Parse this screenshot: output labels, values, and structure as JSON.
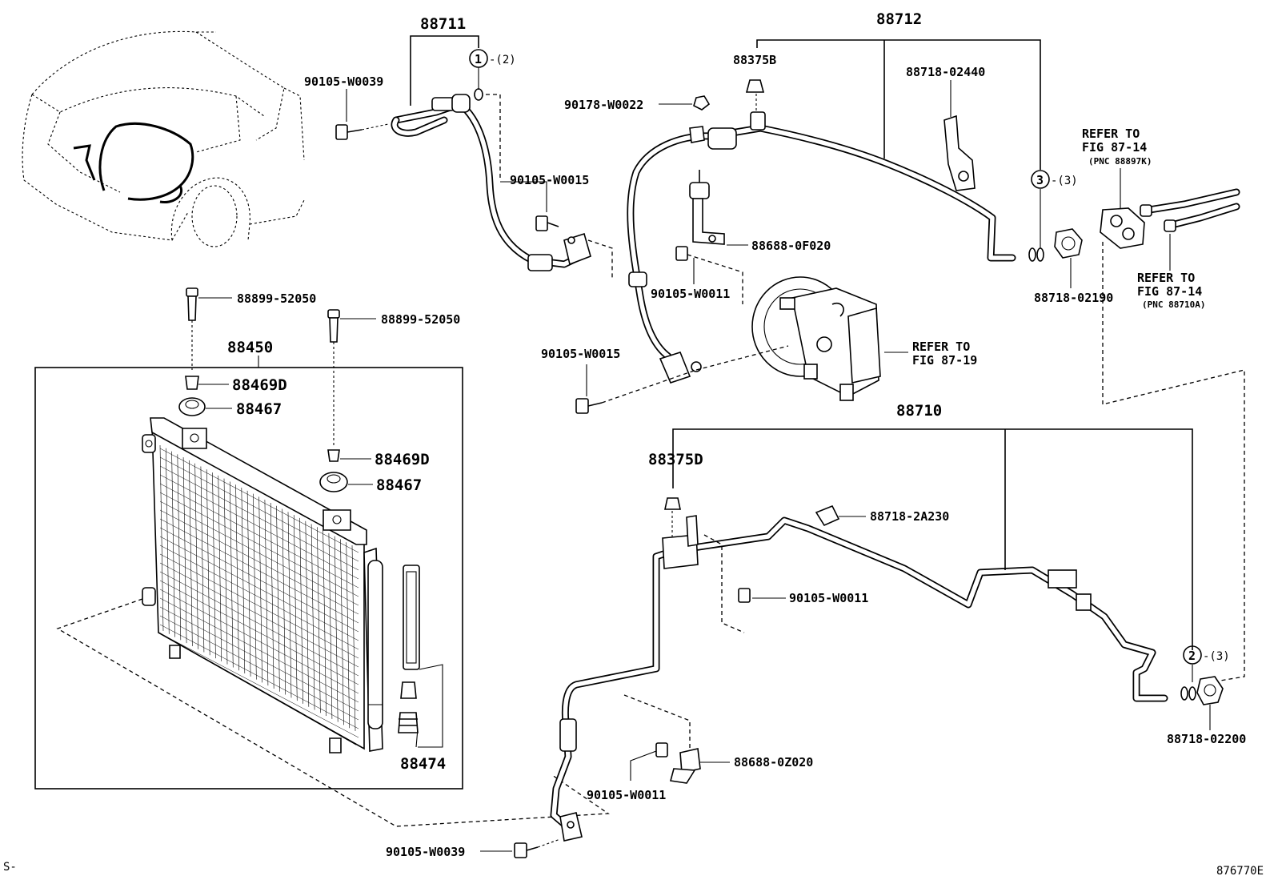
{
  "labels": {
    "p88711": "88711",
    "p88712": "88712",
    "p88710": "88710",
    "p88450": "88450",
    "p88375B": "88375B",
    "p88375D": "88375D",
    "p88718_02440": "88718-02440",
    "p90105_W0039_top": "90105-W0039",
    "p90178_W0022": "90178-W0022",
    "p90105_W0015_a": "90105-W0015",
    "p90105_W0015_b": "90105-W0015",
    "p88688_0F020": "88688-0F020",
    "p90105_W0011_a": "90105-W0011",
    "p90105_W0011_b": "90105-W0011",
    "p90105_W0011_c": "90105-W0011",
    "p88718_02190": "88718-02190",
    "p88899_52050_a": "88899-52050",
    "p88899_52050_b": "88899-52050",
    "p88469D_a": "88469D",
    "p88469D_b": "88469D",
    "p88467_a": "88467",
    "p88467_b": "88467",
    "p88474": "88474",
    "p88718_2A230": "88718-2A230",
    "p88718_02200": "88718-02200",
    "p88688_0Z020": "88688-0Z020",
    "p90105_W0039_bottom": "90105-W0039"
  },
  "callouts": {
    "c1_num": "1",
    "c1_qty": "-(2)",
    "c3_num": "3",
    "c3_qty": "-(3)",
    "c2_num": "2",
    "c2_qty": "-(3)"
  },
  "refers": {
    "r1_line1": "REFER TO",
    "r1_line2": "FIG 87-14",
    "r1_line3": "(PNC 88897K)",
    "r2_line1": "REFER TO",
    "r2_line2": "FIG 87-14",
    "r2_line3": "(PNC 88710A)",
    "r3_line1": "REFER TO",
    "r3_line2": "FIG 87-19"
  },
  "footer": {
    "left_mark": "S-",
    "figure_code": "876770E"
  }
}
